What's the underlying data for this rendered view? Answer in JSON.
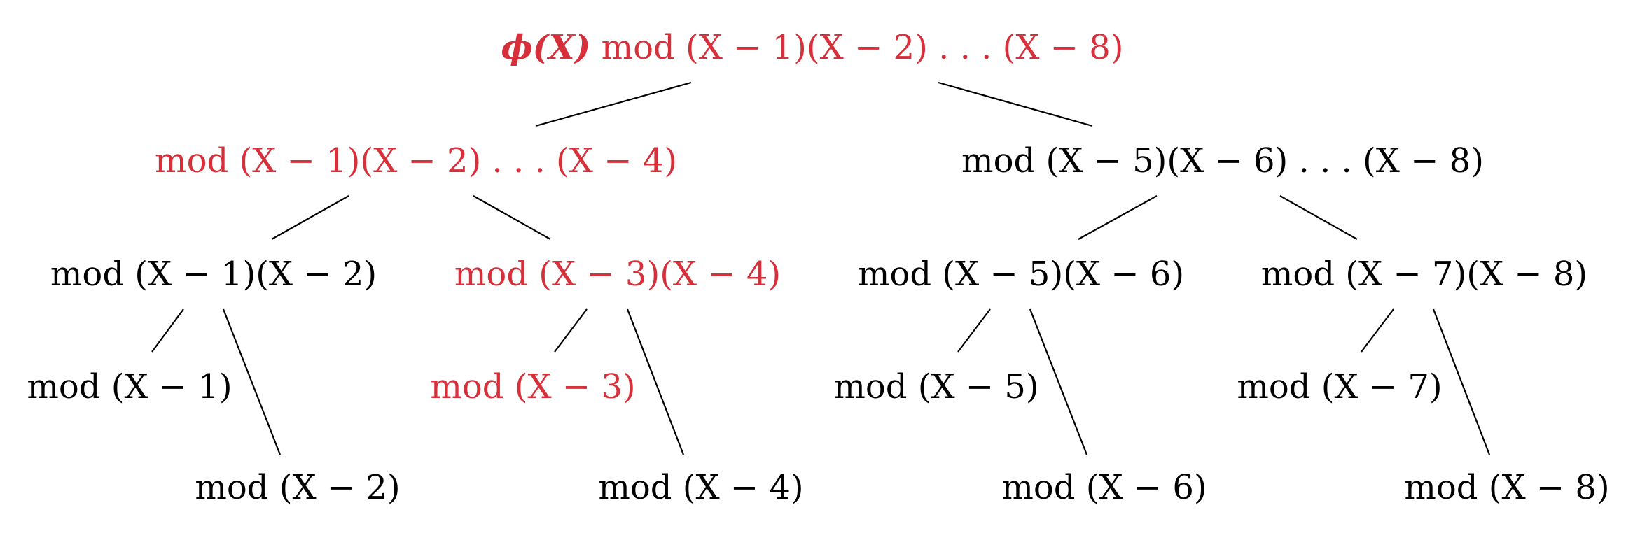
{
  "colors": {
    "highlight": "#d7303a",
    "default": "#000000"
  },
  "root": {
    "prefix": "ϕ(X)",
    "label": " mod (X − 1)(X − 2) . . . (X − 8)",
    "highlighted": true
  },
  "level1": [
    {
      "label": "mod (X − 1)(X − 2) . . . (X − 4)",
      "highlighted": true
    },
    {
      "label": "mod (X − 5)(X − 6) . . . (X − 8)",
      "highlighted": false
    }
  ],
  "level2": [
    {
      "label": "mod (X − 1)(X − 2)",
      "highlighted": false
    },
    {
      "label": "mod (X − 3)(X − 4)",
      "highlighted": true
    },
    {
      "label": "mod (X − 5)(X − 6)",
      "highlighted": false
    },
    {
      "label": "mod (X − 7)(X − 8)",
      "highlighted": false
    }
  ],
  "level3": [
    {
      "label": "mod (X − 1)",
      "highlighted": false
    },
    {
      "label": "mod (X − 2)",
      "highlighted": false
    },
    {
      "label": "mod (X − 3)",
      "highlighted": true
    },
    {
      "label": "mod (X − 4)",
      "highlighted": false
    },
    {
      "label": "mod (X − 5)",
      "highlighted": false
    },
    {
      "label": "mod (X − 6)",
      "highlighted": false
    },
    {
      "label": "mod (X − 7)",
      "highlighted": false
    },
    {
      "label": "mod (X − 8)",
      "highlighted": false
    }
  ]
}
